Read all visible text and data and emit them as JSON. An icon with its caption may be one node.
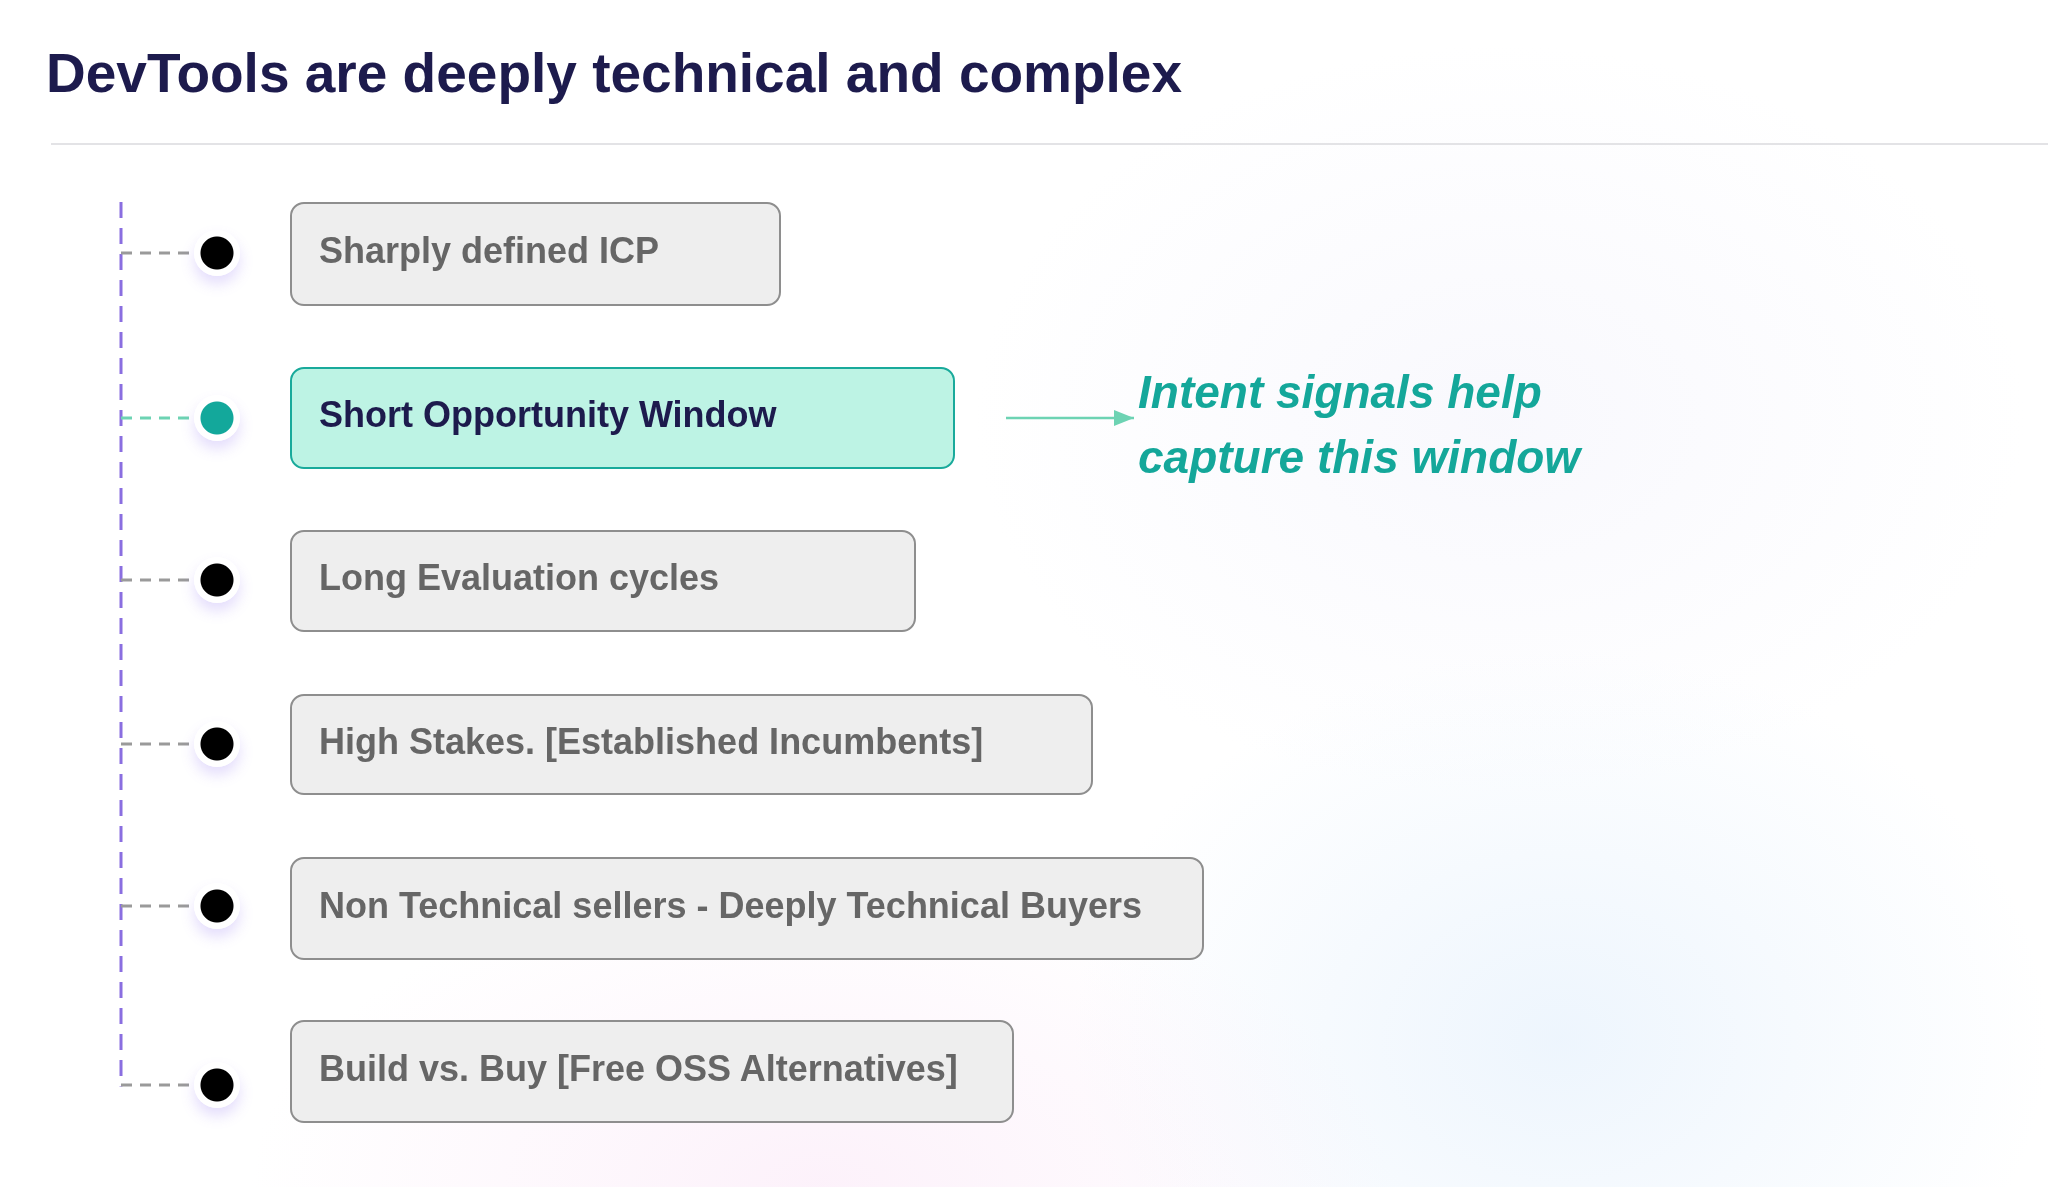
{
  "diagram": {
    "title": "DevTools are deeply technical and complex",
    "nodes": [
      {
        "text": [],
        "shape": "circle"
      },
      {
        "text": [
          "Sharply defined ICP"
        ]
      },
      {
        "text": [],
        "shape": "circle"
      },
      {
        "text": [
          "Short Opportunity Window"
        ]
      },
      {
        "text": [
          "Intent signals help capture this window"
        ]
      },
      {
        "text": [],
        "shape": "circle"
      },
      {
        "text": [
          "Long Evaluation cycles"
        ]
      },
      {
        "text": [],
        "shape": "circle"
      },
      {
        "text": [
          "High Stakes. [Established Incumbents]"
        ]
      },
      {
        "text": [],
        "shape": "circle"
      },
      {
        "text": [
          "Non Technical sellers - Deeply Technical Buyers"
        ]
      },
      {
        "text": [],
        "shape": "circle"
      },
      {
        "text": [
          "Build vs. Buy [Free OSS Alternatives]"
        ]
      }
    ],
    "edges": [
      {
        "from": null,
        "to": 0,
        "arrow": "none",
        "style": "dashed"
      },
      {
        "from": null,
        "to": 2,
        "arrow": "none",
        "style": "dashed",
        "color": "#6dd3b3"
      },
      {
        "from": null,
        "to": 5,
        "arrow": "none",
        "style": "dashed"
      },
      {
        "from": null,
        "to": 7,
        "arrow": "none",
        "style": "dashed"
      },
      {
        "from": null,
        "to": 9,
        "arrow": "none",
        "style": "dashed"
      },
      {
        "from": null,
        "to": 11,
        "arrow": "none",
        "style": "dashed"
      },
      {
        "from": 3,
        "to": 4,
        "arrow": "to",
        "color": "#6dd3b3"
      }
    ]
  }
}
